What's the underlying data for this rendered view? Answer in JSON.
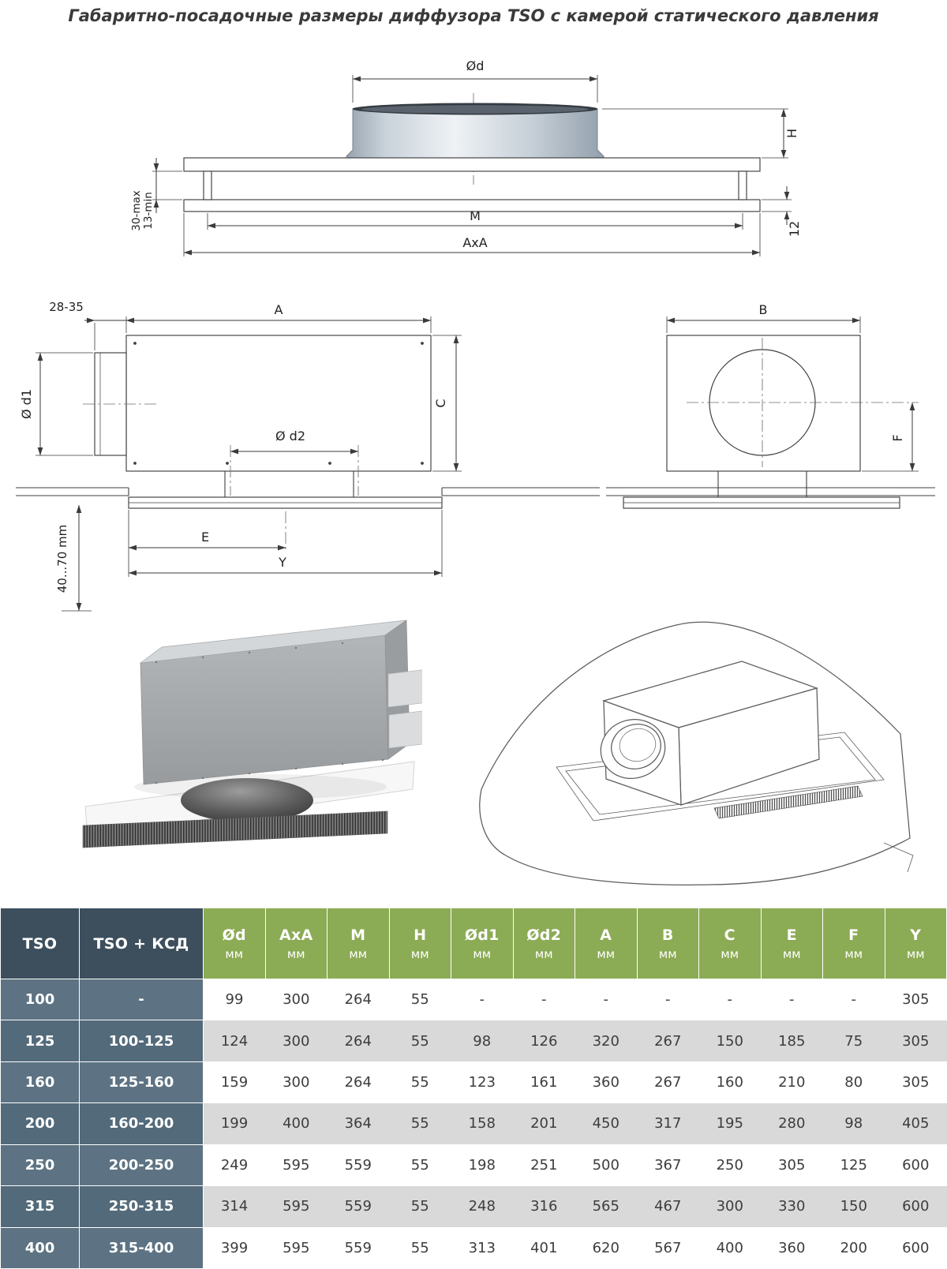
{
  "title": "Габаритно-посадочные размеры диффузора TSO с камерой статического давления",
  "drawings": {
    "section": {
      "d": "Ød",
      "H": "H",
      "M": "M",
      "AxA": "AxA",
      "max": "30-max",
      "min": "13-min",
      "twelve": "12"
    },
    "side": {
      "range": "28-35",
      "A": "A",
      "d1": "Ø d1",
      "d2": "Ø d2",
      "C": "C",
      "E": "E",
      "Y": "Y",
      "offset": "40...70 mm"
    },
    "front": {
      "B": "B",
      "F": "F"
    }
  },
  "table": {
    "headers": [
      {
        "label": "TSO",
        "unit": ""
      },
      {
        "label": "TSO + КСД",
        "unit": ""
      },
      {
        "label": "Ød",
        "unit": "мм"
      },
      {
        "label": "AxA",
        "unit": "мм"
      },
      {
        "label": "M",
        "unit": "мм"
      },
      {
        "label": "H",
        "unit": "мм"
      },
      {
        "label": "Ød1",
        "unit": "мм"
      },
      {
        "label": "Ød2",
        "unit": "мм"
      },
      {
        "label": "A",
        "unit": "мм"
      },
      {
        "label": "B",
        "unit": "мм"
      },
      {
        "label": "C",
        "unit": "мм"
      },
      {
        "label": "E",
        "unit": "мм"
      },
      {
        "label": "F",
        "unit": "мм"
      },
      {
        "label": "Y",
        "unit": "мм"
      }
    ],
    "rows": [
      {
        "tso": "100",
        "ksd": "-",
        "values": [
          "99",
          "300",
          "264",
          "55",
          "-",
          "-",
          "-",
          "-",
          "-",
          "-",
          "-",
          "305"
        ]
      },
      {
        "tso": "125",
        "ksd": "100-125",
        "values": [
          "124",
          "300",
          "264",
          "55",
          "98",
          "126",
          "320",
          "267",
          "150",
          "185",
          "75",
          "305"
        ]
      },
      {
        "tso": "160",
        "ksd": "125-160",
        "values": [
          "159",
          "300",
          "264",
          "55",
          "123",
          "161",
          "360",
          "267",
          "160",
          "210",
          "80",
          "305"
        ]
      },
      {
        "tso": "200",
        "ksd": "160-200",
        "values": [
          "199",
          "400",
          "364",
          "55",
          "158",
          "201",
          "450",
          "317",
          "195",
          "280",
          "98",
          "405"
        ]
      },
      {
        "tso": "250",
        "ksd": "200-250",
        "values": [
          "249",
          "595",
          "559",
          "55",
          "198",
          "251",
          "500",
          "367",
          "250",
          "305",
          "125",
          "600"
        ]
      },
      {
        "tso": "315",
        "ksd": "250-315",
        "values": [
          "314",
          "595",
          "559",
          "55",
          "248",
          "316",
          "565",
          "467",
          "300",
          "330",
          "150",
          "600"
        ]
      },
      {
        "tso": "400",
        "ksd": "315-400",
        "values": [
          "399",
          "595",
          "559",
          "55",
          "313",
          "401",
          "620",
          "567",
          "400",
          "360",
          "200",
          "600"
        ]
      }
    ]
  },
  "colors": {
    "accent_green": "#8cab55",
    "header_dark": "#3d4f5d",
    "id_row_light": "#5d7383",
    "id_row_dark": "#536a7a",
    "row_alt_gray": "#d9d9d9"
  }
}
